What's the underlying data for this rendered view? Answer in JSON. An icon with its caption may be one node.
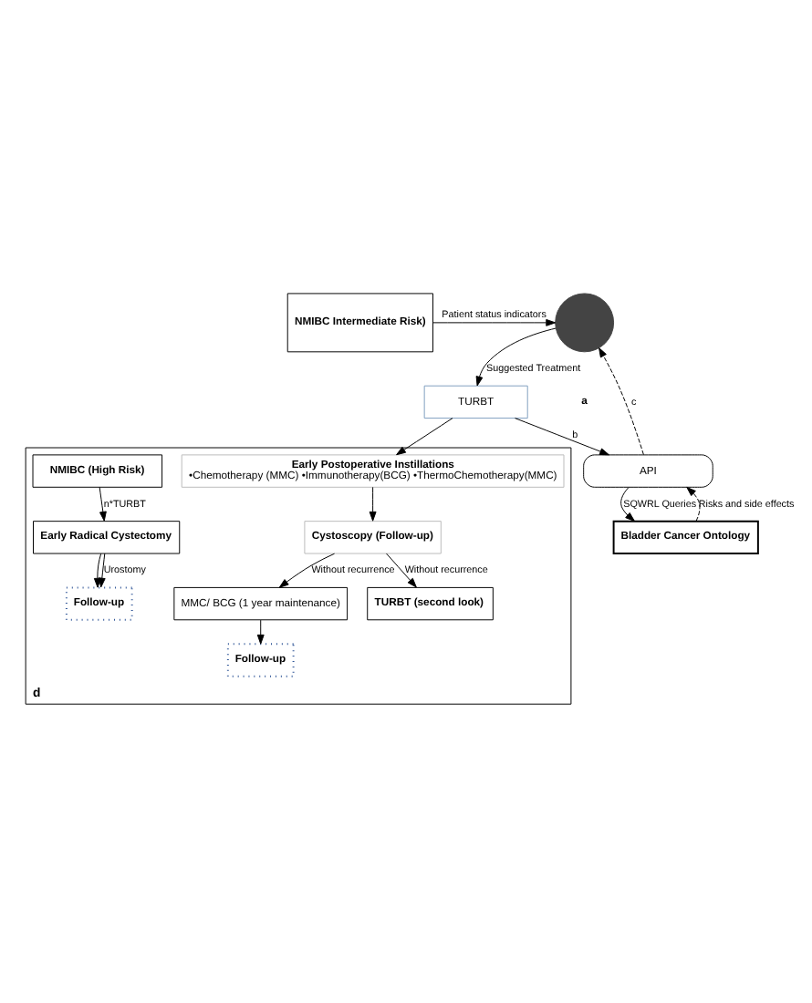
{
  "diagram": {
    "nodes": [
      {
        "text": [
          "NMIBC Intermediate Risk)"
        ]
      },
      {
        "text": [],
        "shape": "person"
      },
      {
        "text": [
          "TURBT"
        ]
      },
      {
        "text": [
          "API"
        ]
      },
      {
        "text": [
          "Bladder Cancer Ontology"
        ]
      },
      {
        "text": [
          "d"
        ]
      },
      {
        "text": [
          "Early Postoperative Instillations",
          "•Chemotherapy (MMC) •Immunotherapy(BCG) •ThermoChemotherapy(MMC)"
        ],
        "in": 5
      },
      {
        "text": [
          "Cystoscopy (Follow-up)"
        ],
        "in": 5
      },
      {
        "text": [
          "MMC/ BCG (1 year maintenance)"
        ],
        "in": 5
      },
      {
        "text": [
          "Follow-up"
        ],
        "in": 5
      },
      {
        "text": [
          "TURBT (second look)"
        ],
        "in": 5
      },
      {
        "text": [
          "NMIBC (High Risk)"
        ],
        "in": 5
      },
      {
        "text": [
          "Early Radical Cystectomy"
        ],
        "in": 5
      },
      {
        "text": [
          "Follow-up"
        ],
        "in": 5
      }
    ],
    "edges": [
      {
        "from": 0,
        "to": 1,
        "arrow": "to",
        "label": "Patient status indicators"
      },
      {
        "from": 1,
        "to": 2,
        "arrow": "to",
        "label": "Suggested Treatment"
      },
      {
        "from": 2,
        "to": 3,
        "arrow": "to",
        "label": "b"
      },
      {
        "from": 3,
        "to": 1,
        "arrow": "to",
        "label": "c",
        "style": "dashed"
      },
      {
        "from": 2,
        "to": 6,
        "arrow": "to"
      },
      {
        "from": 3,
        "to": 4,
        "arrow": "to",
        "label": "SQWRL Queries"
      },
      {
        "from": 4,
        "to": 3,
        "arrow": "to",
        "label": "Risks and side effects",
        "style": "dashed"
      },
      {
        "from": 6,
        "to": 7,
        "arrow": "to"
      },
      {
        "from": 7,
        "to": 8,
        "arrow": "to",
        "label": "Without recurrence"
      },
      {
        "from": 7,
        "to": 10,
        "arrow": "to",
        "label": "Without recurrence"
      },
      {
        "from": 8,
        "to": 9,
        "arrow": "to"
      },
      {
        "from": 11,
        "to": 12,
        "arrow": "to",
        "label": "n*TURBT"
      },
      {
        "from": 12,
        "to": 13,
        "arrow": "to"
      },
      {
        "from": 12,
        "to": 13,
        "arrow": "to",
        "label": "Urostomy"
      }
    ],
    "labels": [
      "a"
    ]
  }
}
